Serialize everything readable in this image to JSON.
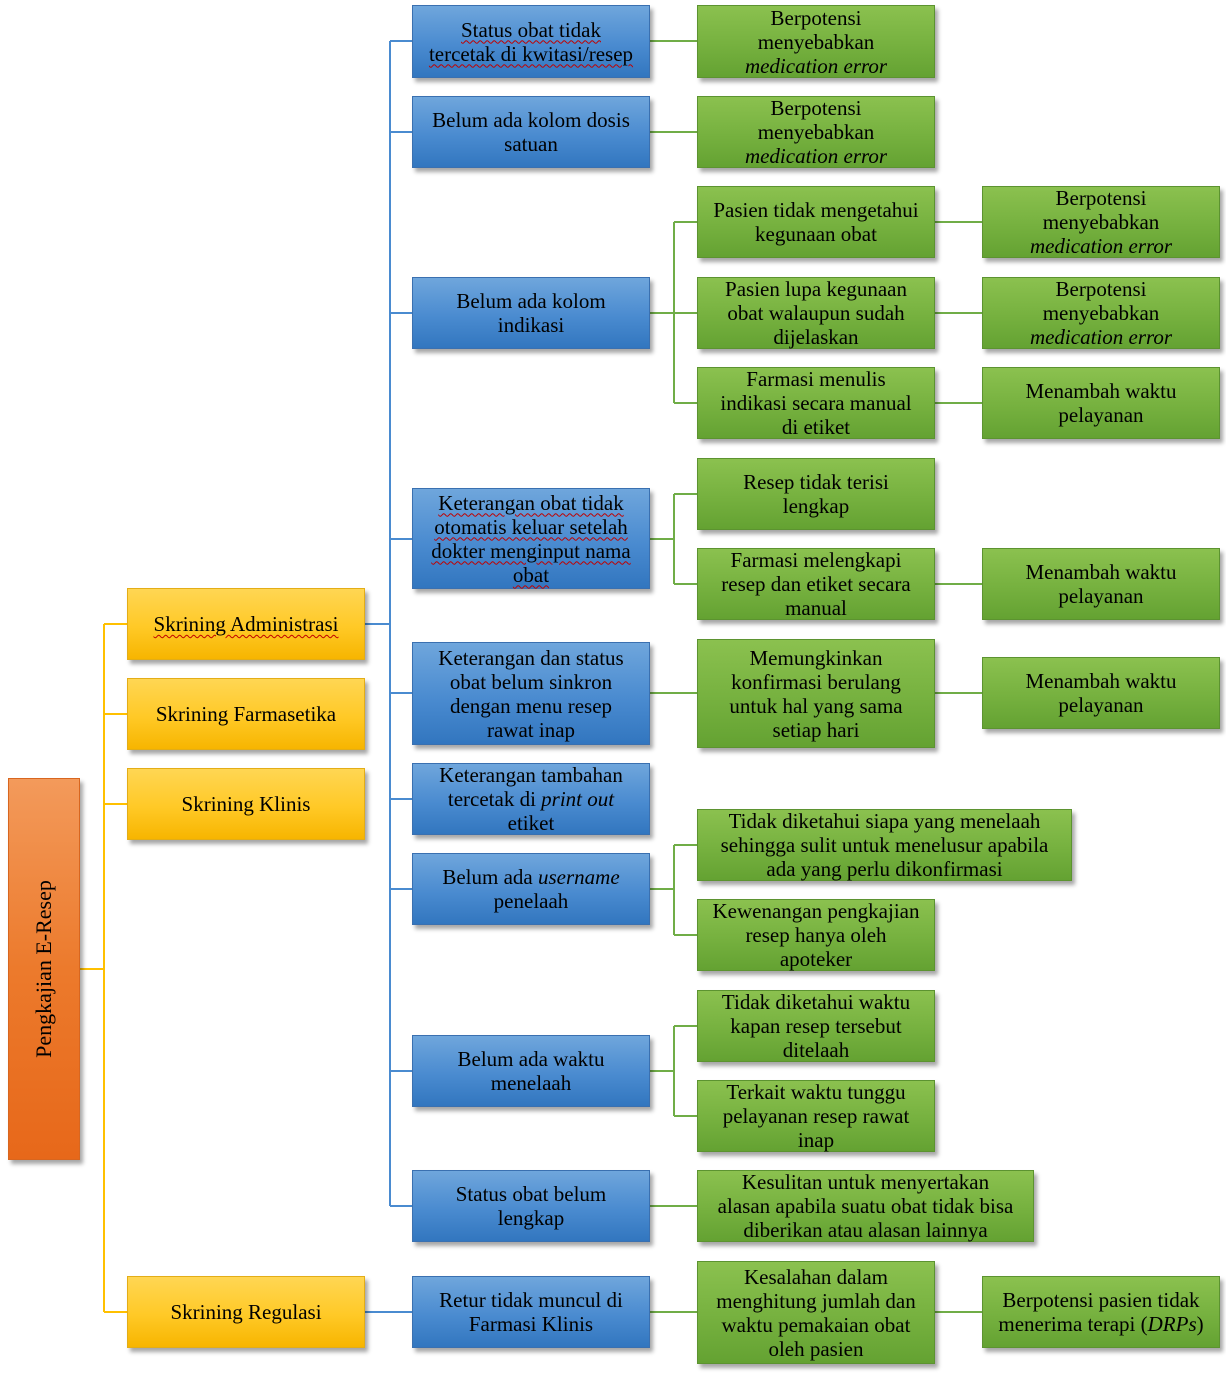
{
  "root": {
    "label": "Pengkajian E-Resep"
  },
  "categories": {
    "administrasi": "Skrining Administrasi",
    "farmasetika": "Skrining Farmasetika",
    "klinis": "Skrining Klinis",
    "regulasi": "Skrining Regulasi"
  },
  "issues": {
    "i1": {
      "lines": [
        "Status obat tidak",
        "tercetak di kwitasi/resep"
      ]
    },
    "i2": {
      "lines": [
        "Belum ada kolom dosis",
        "satuan"
      ]
    },
    "i3": {
      "lines": [
        "Belum ada kolom",
        "indikasi"
      ]
    },
    "i4": {
      "lines": [
        "Keterangan obat tidak",
        "otomatis keluar setelah",
        "dokter menginput nama",
        "obat"
      ]
    },
    "i5": {
      "lines": [
        "Keterangan dan status",
        "obat belum sinkron",
        "dengan menu resep",
        "rawat inap"
      ]
    },
    "i6": {
      "line1": "Keterangan tambahan",
      "line2a": "tercetak di ",
      "line2b": "print out",
      "line3": "etiket"
    },
    "i7": {
      "line1a": "Belum ada ",
      "line1b": "username",
      "line2": "penelaah"
    },
    "i8": {
      "lines": [
        "Belum ada waktu",
        "menelaah"
      ]
    },
    "i9": {
      "lines": [
        "Status obat belum",
        "lengkap"
      ]
    },
    "i10": {
      "lines": [
        "Retur tidak muncul di",
        "Farmasi Klinis"
      ]
    }
  },
  "effects": {
    "e1": {
      "lines": [
        "Berpotensi",
        "menyebabkan"
      ],
      "italic": "medication error"
    },
    "e2": {
      "lines": [
        "Berpotensi",
        "menyebabkan"
      ],
      "italic": "medication error"
    },
    "e3a": {
      "lines": [
        "Pasien tidak mengetahui",
        "kegunaan obat"
      ]
    },
    "e3b": {
      "lines": [
        "Pasien lupa kegunaan",
        "obat walaupun sudah",
        "dijelaskan"
      ]
    },
    "e3c": {
      "lines": [
        "Farmasi menulis",
        "indikasi secara manual",
        "di etiket"
      ]
    },
    "e4a": {
      "lines": [
        "Resep tidak terisi",
        "lengkap"
      ]
    },
    "e4b": {
      "lines": [
        "Farmasi melengkapi",
        "resep dan etiket secara",
        "manual"
      ]
    },
    "e5": {
      "lines": [
        "Memungkinkan",
        "konfirmasi berulang",
        "untuk hal yang sama",
        "setiap hari"
      ]
    },
    "e7a": {
      "lines": [
        "Tidak diketahui siapa yang menelaah",
        "sehingga sulit untuk menelusur apabila",
        "ada yang perlu dikonfirmasi"
      ]
    },
    "e7b": {
      "lines": [
        "Kewenangan pengkajian",
        "resep hanya oleh",
        "apoteker"
      ]
    },
    "e8a": {
      "lines": [
        "Tidak diketahui waktu",
        "kapan resep tersebut",
        "ditelaah"
      ]
    },
    "e8b": {
      "lines": [
        "Terkait waktu tunggu",
        "pelayanan resep rawat",
        "inap"
      ]
    },
    "e9": {
      "lines": [
        "Kesulitan untuk menyertakan",
        "alasan apabila suatu obat tidak bisa",
        "diberikan atau alasan lainnya"
      ]
    },
    "e10": {
      "lines": [
        "Kesalahan dalam",
        "menghitung jumlah dan",
        "waktu pemakaian obat",
        "oleh pasien"
      ]
    }
  },
  "consequences": {
    "c3a": {
      "lines": [
        "Berpotensi",
        "menyebabkan"
      ],
      "italic": "medication error"
    },
    "c3b": {
      "lines": [
        "Berpotensi",
        "menyebabkan"
      ],
      "italic": "medication error"
    },
    "c3c": {
      "lines": [
        "Menambah waktu",
        "pelayanan"
      ]
    },
    "c4b": {
      "lines": [
        "Menambah waktu",
        "pelayanan"
      ]
    },
    "c5": {
      "lines": [
        "Menambah waktu",
        "pelayanan"
      ]
    },
    "c10": {
      "line1": "Berpotensi pasien tidak",
      "line2a": "menerima terapi (",
      "line2b": "DRPs",
      "line2c": ")"
    }
  },
  "colors": {
    "root": "#ec7a2c",
    "category": "#ffc926",
    "issue": "#4a8bd0",
    "effect": "#76b13f",
    "connector_yellow": "#ffc000",
    "connector_blue": "#4a8bd0",
    "connector_green": "#70ad47"
  }
}
